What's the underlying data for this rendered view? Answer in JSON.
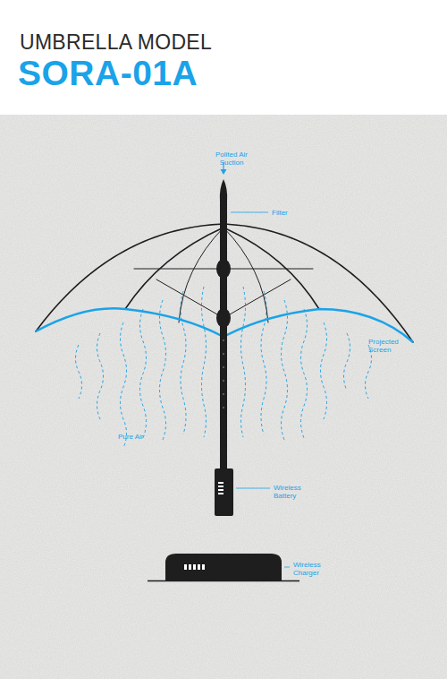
{
  "diagram": {
    "title": "UMBRELLA MODEL",
    "labels": [
      "SORA-01A",
      "Polited Air Suction",
      "Filter",
      "Projected Screen",
      "Pure Air",
      "Wireless Battery",
      "Wireless Charger"
    ]
  }
}
